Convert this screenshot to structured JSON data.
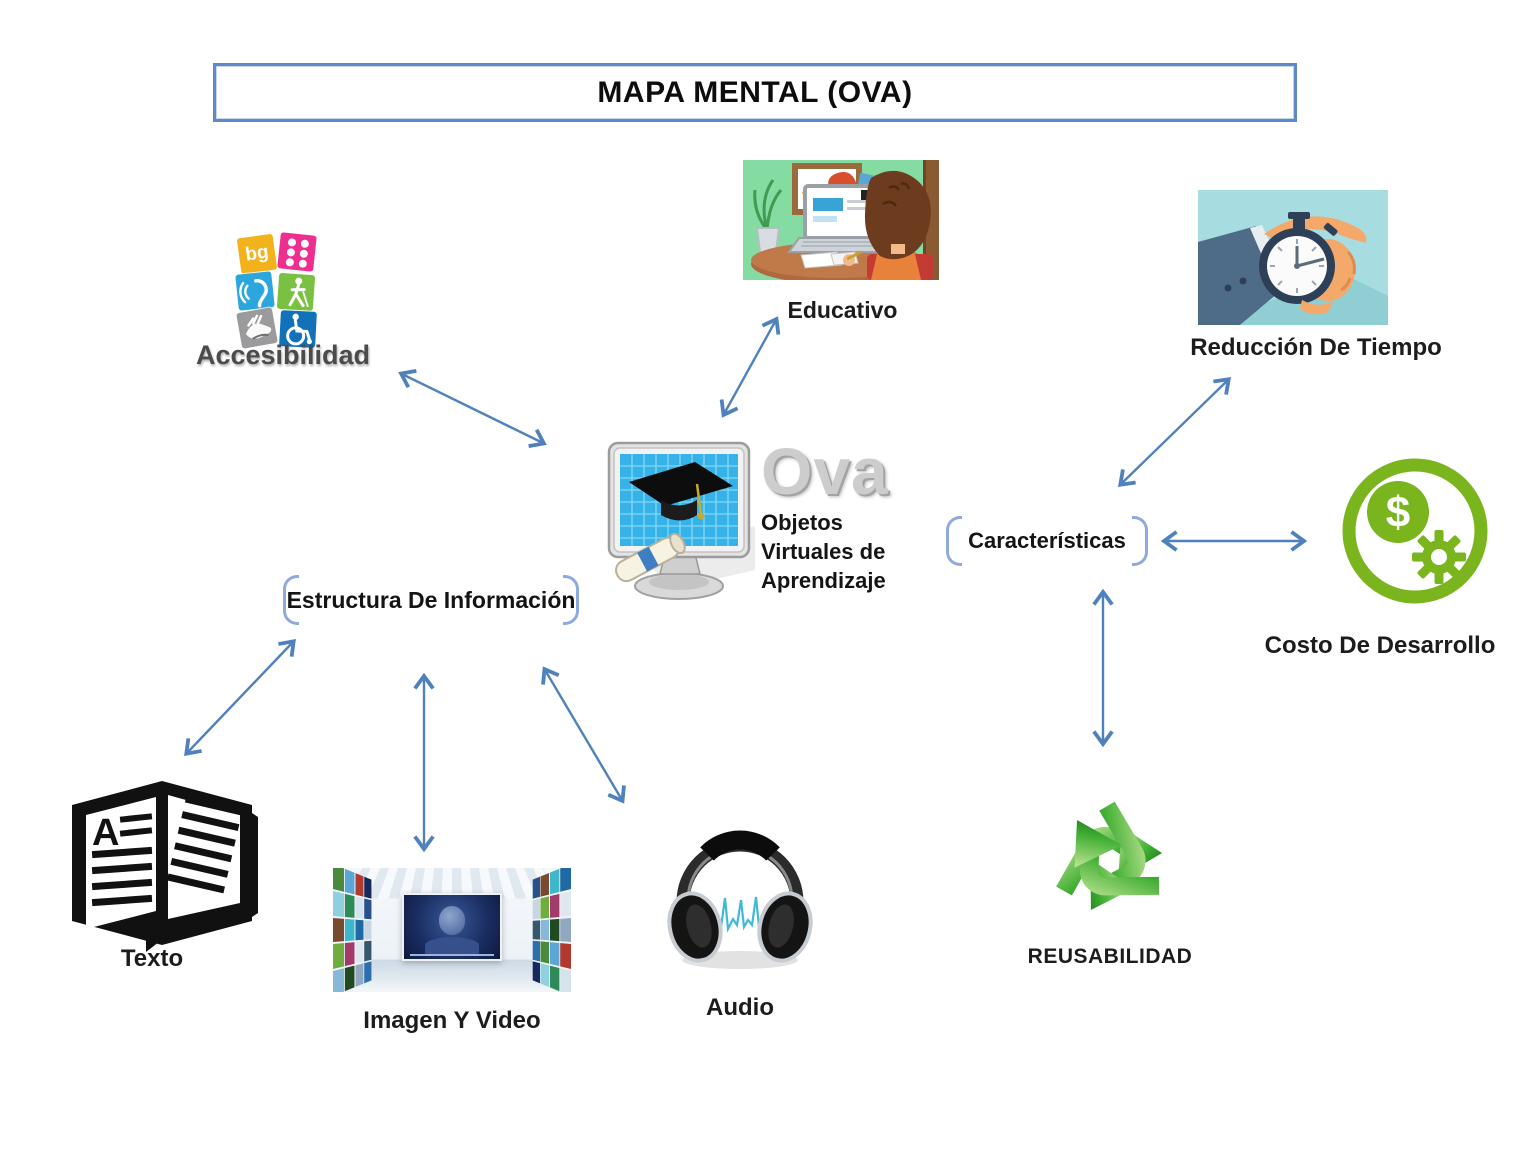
{
  "title": "MAPA MENTAL (OVA)",
  "center": {
    "big_text": "Ova",
    "lines": [
      "Objetos",
      "Virtuales de",
      "Aprendizaje"
    ]
  },
  "nodes": {
    "educativo": {
      "label": "Educativo"
    },
    "accesibilidad": {
      "label": "Accesibilidad",
      "tile_text": "bg"
    },
    "reduccion": {
      "label": "Reducción De Tiempo"
    },
    "caracteristicas": {
      "label": "Características"
    },
    "costo": {
      "label": "Costo De Desarrollo",
      "dollar": "$"
    },
    "reusabilidad": {
      "label": "REUSABILIDAD"
    },
    "estructura": {
      "label": "Estructura De Información"
    },
    "texto": {
      "label": "Texto",
      "letter": "A"
    },
    "imagen": {
      "label": "Imagen Y Video"
    },
    "audio": {
      "label": "Audio"
    }
  },
  "colors": {
    "arrow_blue": "#4f81bd",
    "bracket_blue": "#8faadc",
    "title_border": "#5b8ac6",
    "costo_green": "#7ab51d",
    "recycle_green": "#2c8a28",
    "stopwatch_teal_bg": "#a7dde1",
    "screen_blue": "#35b2e8"
  },
  "arrows": [
    [
      402,
      374,
      543,
      443
    ],
    [
      724,
      414,
      776,
      320
    ],
    [
      1121,
      484,
      1228,
      380
    ],
    [
      1165,
      541,
      1303,
      541
    ],
    [
      1103,
      593,
      1103,
      743
    ],
    [
      187,
      753,
      293,
      642
    ],
    [
      424,
      677,
      424,
      848
    ],
    [
      545,
      670,
      622,
      800
    ]
  ],
  "video_wall_palette": [
    "#4a8a3c",
    "#5aa7d6",
    "#b03a2e",
    "#16295e",
    "#8ed0e0",
    "#2e8b57",
    "#d7e3ec",
    "#27508c",
    "#7a4a2f",
    "#3fb6c9",
    "#1f6aa5",
    "#c9d6e2",
    "#6fae3e",
    "#a23b69",
    "#e0e8ef",
    "#35586e",
    "#88b8d8",
    "#204a20",
    "#90a8c0",
    "#2a6fae"
  ]
}
